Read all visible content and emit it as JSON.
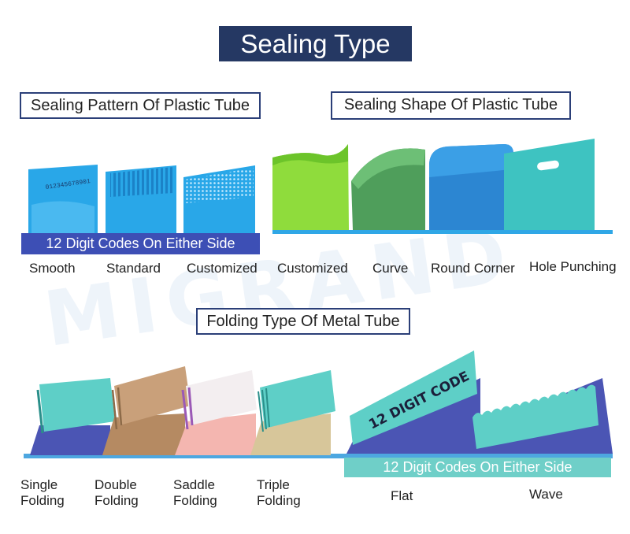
{
  "title": "Sealing Type",
  "watermark": "MIGRAND",
  "plastic_pattern": {
    "heading": "Sealing Pattern Of Plastic Tube",
    "code_sample": "012345678901",
    "banner": "12 Digit Codes On Either Side",
    "options": [
      "Smooth",
      "Standard",
      "Customized"
    ]
  },
  "plastic_shape": {
    "heading": "Sealing Shape Of Plastic Tube",
    "options": [
      "Customized",
      "Curve",
      "Round Corner",
      "Hole Punching"
    ]
  },
  "metal_folding": {
    "heading": "Folding Type Of Metal Tube",
    "options": [
      {
        "line1": "Single",
        "line2": "Folding"
      },
      {
        "line1": "Double",
        "line2": "Folding"
      },
      {
        "line1": "Saddle",
        "line2": "Folding"
      },
      {
        "line1": "Triple",
        "line2": "Folding"
      }
    ]
  },
  "metal_code": {
    "tag_text": "12 DIGIT CODE",
    "banner": "12 Digit Codes On Either Side",
    "options": [
      "Flat",
      "Wave"
    ]
  },
  "colors": {
    "title_bg": "#253863",
    "box_border": "#2b3f78",
    "banner_plastic": "#3d4fb5",
    "banner_metal": "#6fcfc8",
    "plastic_tube": "#29a7e8",
    "metal_fold": "#5ecfc7",
    "metal_body": "#4b55b4"
  }
}
